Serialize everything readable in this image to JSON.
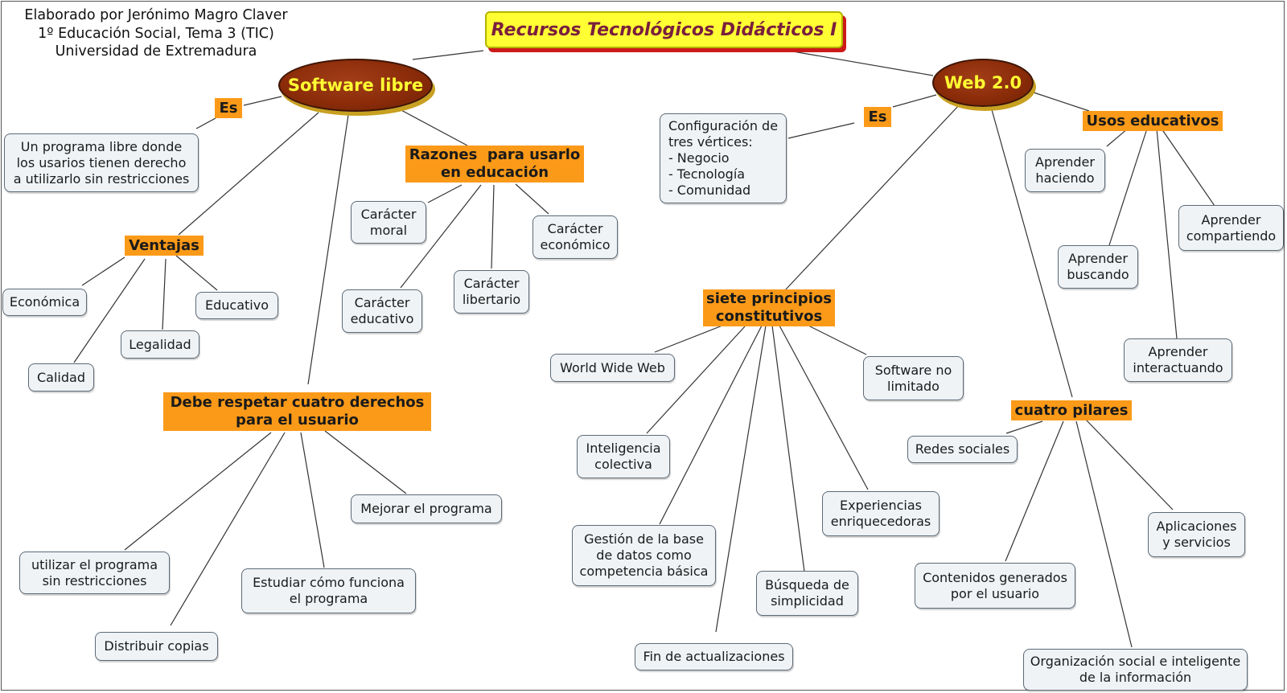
{
  "credit": {
    "line1": "Elaborado por Jerónimo Magro Claver",
    "line2": "1º Educación Social, Tema 3 (TIC)",
    "line3": "Universidad de Extremadura"
  },
  "title": "Recursos Tecnológicos Didácticos I",
  "colors": {
    "title_fill": "#ffff33",
    "title_text": "#7a1f3d",
    "title_shadow": "#cc1a1a",
    "ellipse_fill": "#8b2c09",
    "ellipse_text": "#ffff33",
    "label_fill": "#fb9a18",
    "node_fill": "#eff3f6",
    "node_border": "#5d6a76"
  },
  "software_libre": {
    "title": "Software libre",
    "es_label": "Es",
    "definition": "Un programa libre donde\nlos usarios tienen derecho\na utilizarlo sin restricciones",
    "ventajas": {
      "label": "Ventajas",
      "items": [
        "Económica",
        "Educativo",
        "Legalidad",
        "Calidad"
      ]
    },
    "razones": {
      "label": "Razones  para usarlo\nen educación",
      "items": [
        "Carácter\nmoral",
        "Carácter\neconómico",
        "Carácter\nlibertario",
        "Carácter\neducativo"
      ]
    },
    "derechos": {
      "label": "Debe respetar cuatro derechos\npara el usuario",
      "items": [
        "Mejorar el programa",
        "utilizar el programa\nsin restricciones",
        "Estudiar cómo funciona\nel programa",
        "Distribuir copias"
      ]
    }
  },
  "web20": {
    "title": "Web 2.0",
    "es_label": "Es",
    "definition": "Configuración de\ntres vértices:\n- Negocio\n- Tecnología\n- Comunidad",
    "usos": {
      "label": "Usos educativos",
      "items": [
        "Aprender\nhaciendo",
        "Aprender\ncompartiendo",
        "Aprender\nbuscando",
        "Aprender\ninteractuando"
      ]
    },
    "principios": {
      "label": "siete principios\nconstitutivos",
      "items": [
        "World Wide Web",
        "Software no\nlimitado",
        "Inteligencia\ncolectiva",
        "Experiencias\nenriquecedoras",
        "Gestión de la base\nde datos como\ncompetencia básica",
        "Búsqueda de\nsimplicidad",
        "Fin de actualizaciones"
      ]
    },
    "pilares": {
      "label": "cuatro pilares",
      "items": [
        "Redes sociales",
        "Aplicaciones\ny servicios",
        "Contenidos generados\npor el usuario",
        "Organización social e inteligente\nde la información"
      ]
    }
  }
}
